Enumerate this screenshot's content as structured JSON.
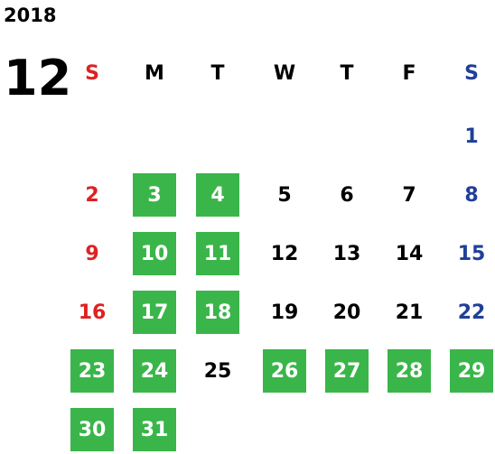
{
  "year": "2018",
  "month": "12",
  "weekdays": [
    "S",
    "M",
    "T",
    "W",
    "T",
    "F",
    "S"
  ],
  "colors": {
    "sunday": "#dd2222",
    "saturday": "#1f3f99",
    "highlight": "#3ab54a"
  },
  "weeks": [
    [
      null,
      null,
      null,
      null,
      null,
      null,
      {
        "d": "1",
        "hl": false
      }
    ],
    [
      {
        "d": "2",
        "hl": false
      },
      {
        "d": "3",
        "hl": true
      },
      {
        "d": "4",
        "hl": true
      },
      {
        "d": "5",
        "hl": false
      },
      {
        "d": "6",
        "hl": false
      },
      {
        "d": "7",
        "hl": false
      },
      {
        "d": "8",
        "hl": false
      }
    ],
    [
      {
        "d": "9",
        "hl": false
      },
      {
        "d": "10",
        "hl": true
      },
      {
        "d": "11",
        "hl": true
      },
      {
        "d": "12",
        "hl": false
      },
      {
        "d": "13",
        "hl": false
      },
      {
        "d": "14",
        "hl": false
      },
      {
        "d": "15",
        "hl": false
      }
    ],
    [
      {
        "d": "16",
        "hl": false
      },
      {
        "d": "17",
        "hl": true
      },
      {
        "d": "18",
        "hl": true
      },
      {
        "d": "19",
        "hl": false
      },
      {
        "d": "20",
        "hl": false
      },
      {
        "d": "21",
        "hl": false
      },
      {
        "d": "22",
        "hl": false
      }
    ],
    [
      {
        "d": "23",
        "hl": true
      },
      {
        "d": "24",
        "hl": true
      },
      {
        "d": "25",
        "hl": false
      },
      {
        "d": "26",
        "hl": true
      },
      {
        "d": "27",
        "hl": true
      },
      {
        "d": "28",
        "hl": true
      },
      {
        "d": "29",
        "hl": true
      }
    ],
    [
      {
        "d": "30",
        "hl": true
      },
      {
        "d": "31",
        "hl": true
      },
      null,
      null,
      null,
      null,
      null
    ]
  ]
}
